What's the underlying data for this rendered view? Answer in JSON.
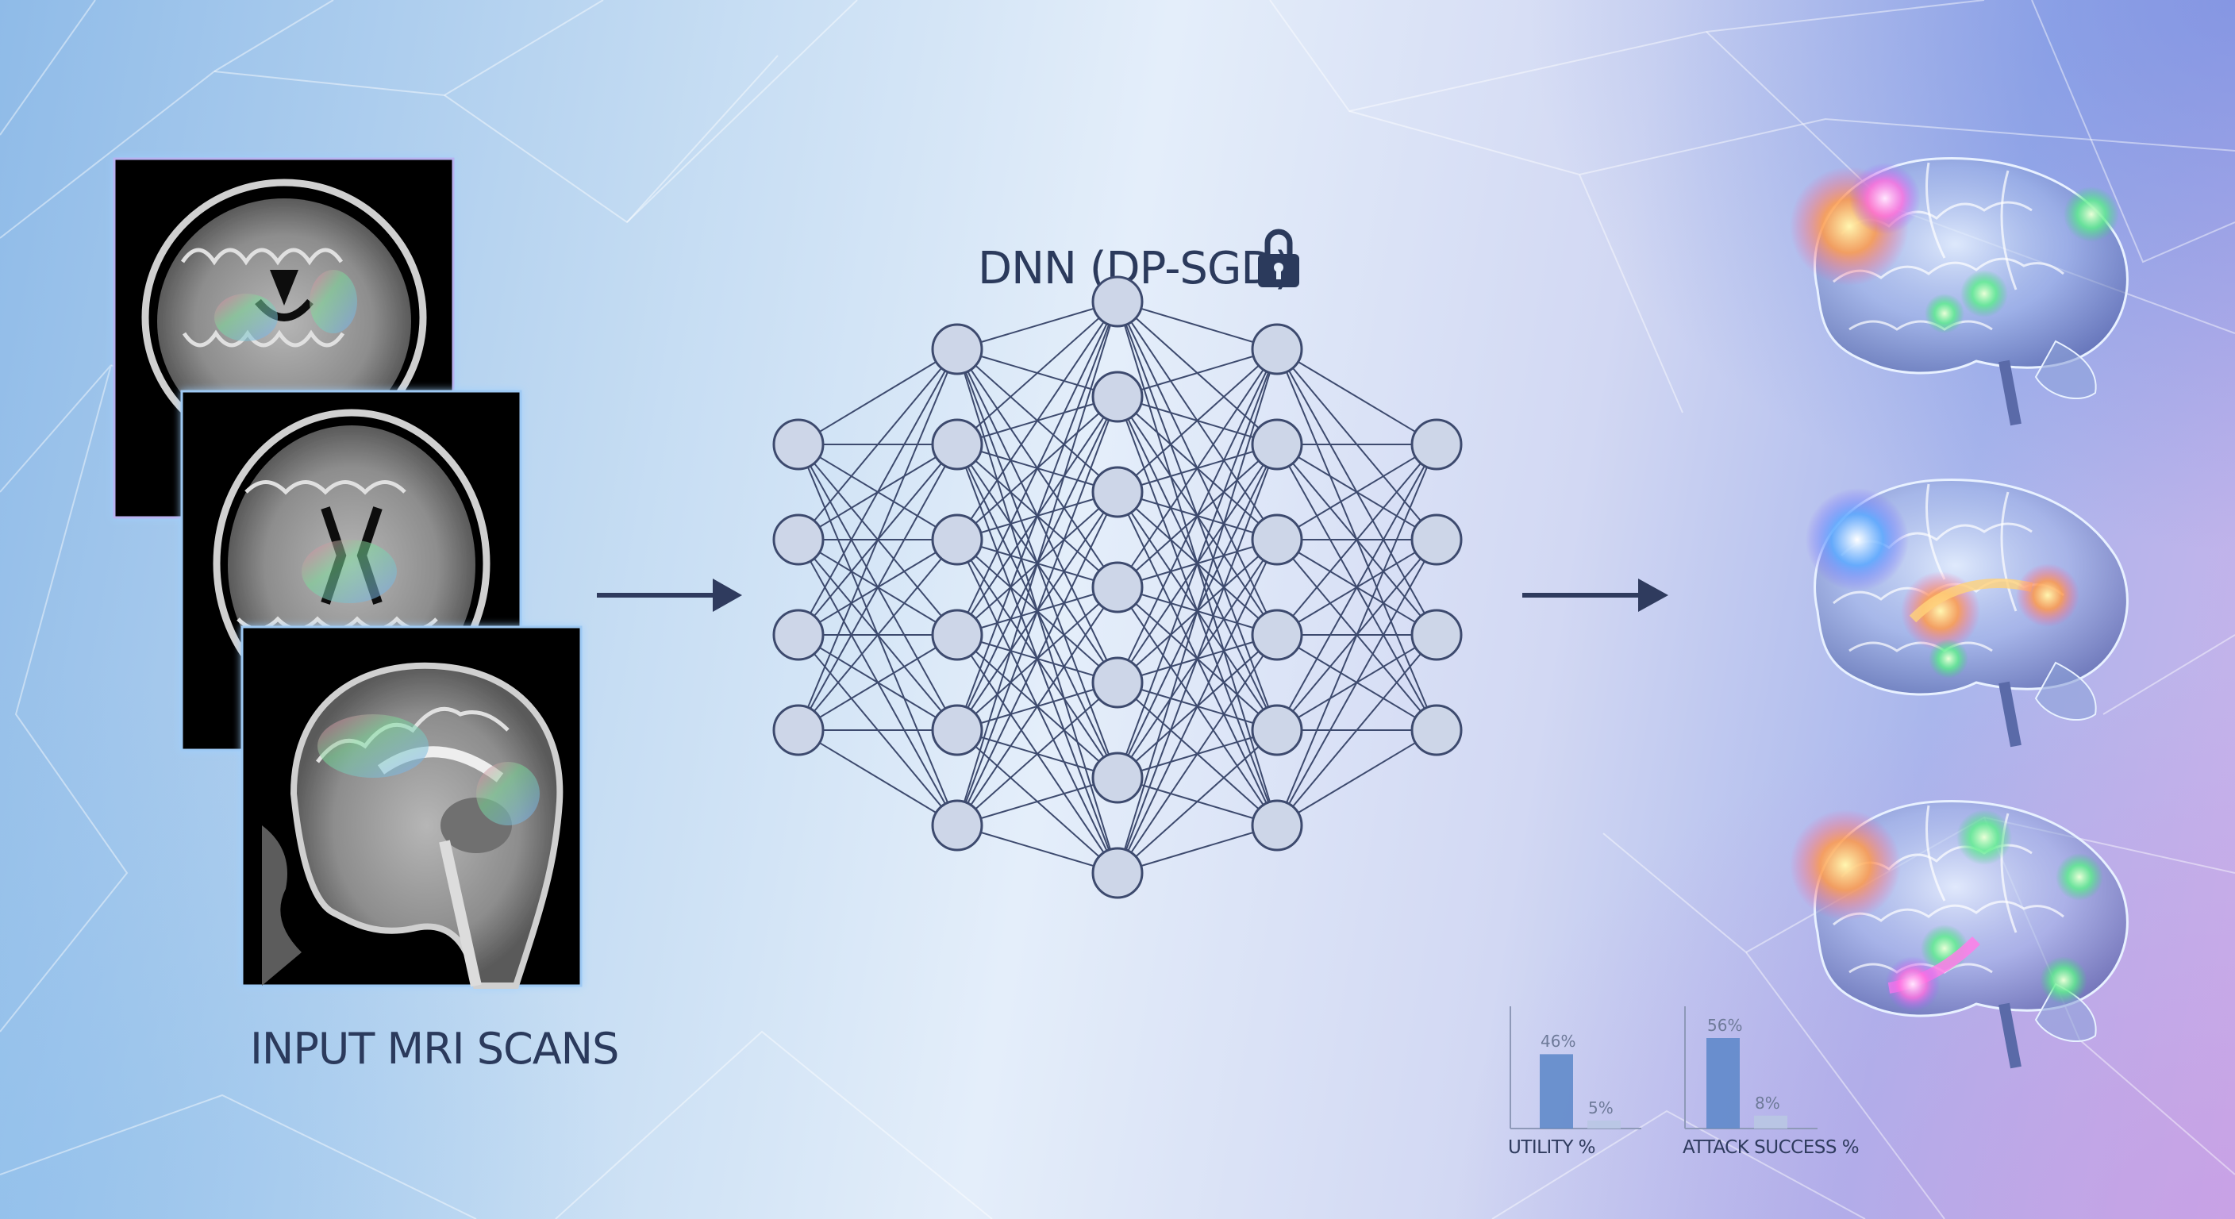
{
  "input": {
    "caption": "INPUT MRI SCANS"
  },
  "network": {
    "title": "DNN (DP-SGD)",
    "lock_icon": "lock-icon",
    "layer_sizes": [
      4,
      6,
      7,
      6,
      4
    ]
  },
  "colors": {
    "text": "#2b3a5c",
    "node_fill": "#cdd6e8",
    "node_stroke": "#3d4a6e",
    "arrow": "#2f3b5e",
    "bar": "#5b86c8"
  },
  "chart_data": [
    {
      "type": "bar",
      "xlabel": "UTILITY %",
      "values": [
        46,
        5
      ],
      "data_labels": [
        "46%",
        "5%"
      ]
    },
    {
      "type": "bar",
      "xlabel": "ATTACK SUCCESS %",
      "values": [
        56,
        8
      ],
      "data_labels": [
        "56%",
        "8%"
      ]
    }
  ]
}
